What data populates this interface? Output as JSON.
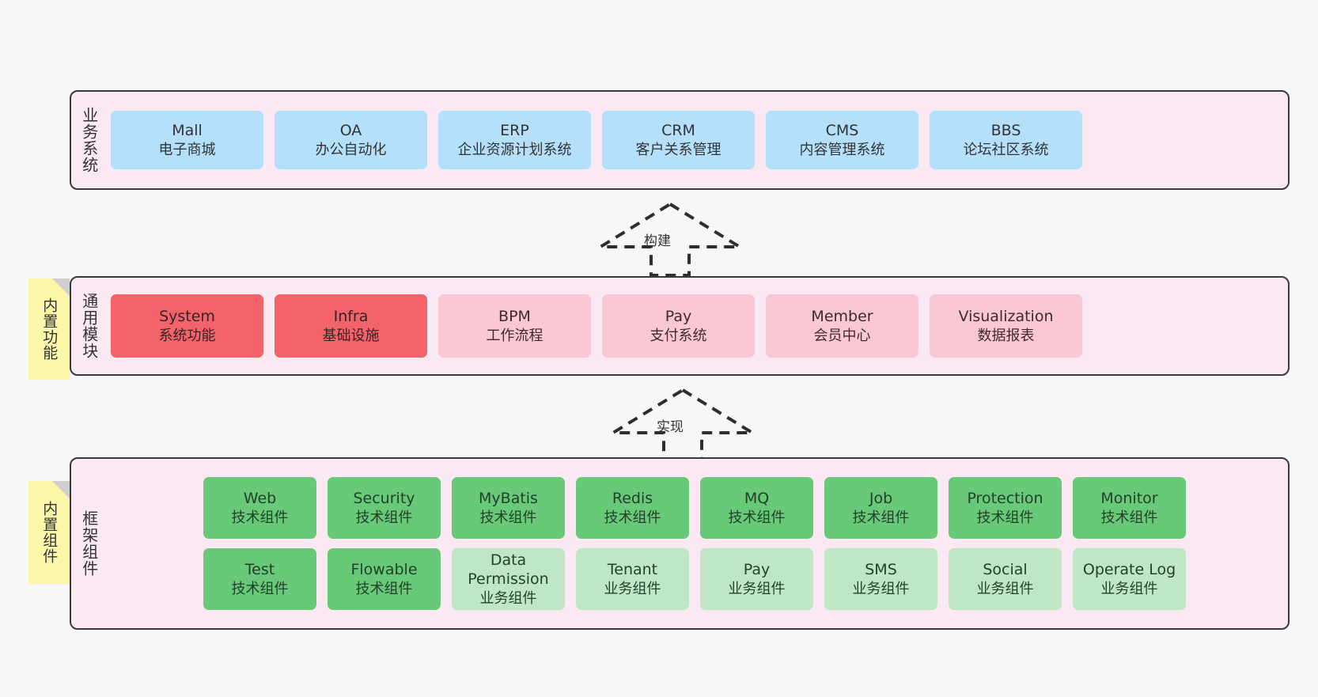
{
  "diagram": {
    "title": "",
    "colors": {
      "layer_bg": "#fae9f3",
      "layer_border": "#3a3a3a",
      "business_box": "#b5e0fb",
      "module_core": "#f2646a",
      "module_optional": "#fbc7d4",
      "tech_component": "#68c978",
      "biz_component": "#bfe7c6",
      "note": "#fcf6a8",
      "page_bg": "#f7f7f7"
    }
  },
  "layers": {
    "business": {
      "title": "业务系统",
      "items": [
        {
          "name": "Mall",
          "desc": "电子商城"
        },
        {
          "name": "OA",
          "desc": "办公自动化"
        },
        {
          "name": "ERP",
          "desc": "企业资源计划系统"
        },
        {
          "name": "CRM",
          "desc": "客户关系管理"
        },
        {
          "name": "CMS",
          "desc": "内容管理系统"
        },
        {
          "name": "BBS",
          "desc": "论坛社区系统"
        }
      ]
    },
    "common": {
      "title": "通用模块",
      "note": "内置功能",
      "items": [
        {
          "name": "System",
          "desc": "系统功能"
        },
        {
          "name": "Infra",
          "desc": "基础设施"
        },
        {
          "name": "BPM",
          "desc": "工作流程"
        },
        {
          "name": "Pay",
          "desc": "支付系统"
        },
        {
          "name": "Member",
          "desc": "会员中心"
        },
        {
          "name": "Visualization",
          "desc": "数据报表"
        }
      ]
    },
    "framework": {
      "title": "框架组件",
      "note": "内置组件",
      "row1": [
        {
          "name": "Web",
          "desc": "技术组件"
        },
        {
          "name": "Security",
          "desc": "技术组件"
        },
        {
          "name": "MyBatis",
          "desc": "技术组件"
        },
        {
          "name": "Redis",
          "desc": "技术组件"
        },
        {
          "name": "MQ",
          "desc": "技术组件"
        },
        {
          "name": "Job",
          "desc": "技术组件"
        },
        {
          "name": "Protection",
          "desc": "技术组件"
        },
        {
          "name": "Monitor",
          "desc": "技术组件"
        }
      ],
      "row2": [
        {
          "name": "Test",
          "name2": "",
          "desc": "技术组件"
        },
        {
          "name": "Flowable",
          "name2": "",
          "desc": "技术组件"
        },
        {
          "name": "Data",
          "name2": "Permission",
          "desc": "业务组件"
        },
        {
          "name": "Tenant",
          "name2": "",
          "desc": "业务组件"
        },
        {
          "name": "Pay",
          "name2": "",
          "desc": "业务组件"
        },
        {
          "name": "SMS",
          "name2": "",
          "desc": "业务组件"
        },
        {
          "name": "Social",
          "name2": "",
          "desc": "业务组件"
        },
        {
          "name": "Operate Log",
          "name2": "",
          "desc": "业务组件"
        }
      ]
    }
  },
  "arrows": [
    {
      "id": "build",
      "label": "构建",
      "from": "通用模块",
      "to": "业务系统"
    },
    {
      "id": "impl",
      "label": "实现",
      "from": "框架组件",
      "to": "通用模块"
    }
  ]
}
